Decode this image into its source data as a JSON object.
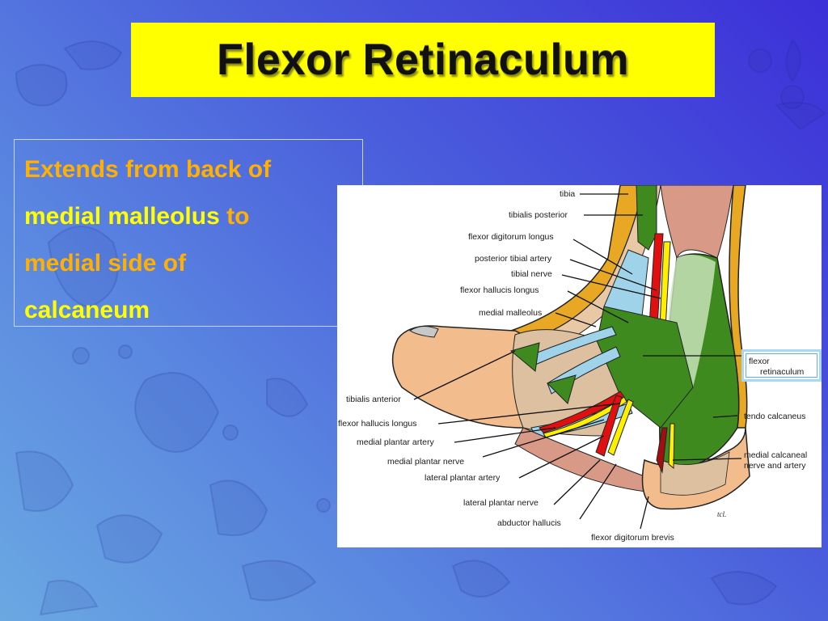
{
  "slide": {
    "title": "Flexor Retinaculum",
    "colors": {
      "title_background": "#ffff00",
      "title_text": "#111111",
      "text_orange": "#ffb000",
      "text_yellow": "#ffff00",
      "background_light": "#6aa8e2",
      "background_dark": "#3c2fd8"
    }
  },
  "description": {
    "segments": [
      {
        "text": "Extends from back of ",
        "color": "orange"
      },
      {
        "text": "medial malleolus",
        "color": "yellow"
      },
      {
        "text": " to ",
        "color": "orange"
      },
      {
        "text": "medial side of ",
        "color": "orange"
      },
      {
        "text": "calcaneum",
        "color": "yellow"
      }
    ],
    "line1": "Extends from back of",
    "line2a": "medial malleolus",
    "line2b": " to",
    "line3": "medial side of",
    "line4": "calcaneum"
  },
  "figure": {
    "subject": "medial view of ankle and foot",
    "labels": {
      "tibia": "tibia",
      "tibialis_posterior": "tibialis posterior",
      "flexor_digitorum_longus": "flexor digitorum longus",
      "posterior_tibial_artery": "posterior tibial artery",
      "tibial_nerve": "tibial nerve",
      "flexor_hallucis_longus_top": "flexor hallucis longus",
      "medial_malleolus": "medial malleolus",
      "tibialis_anterior": "tibialis anterior",
      "flexor_hallucis_longus_bottom": "flexor hallucis longus",
      "medial_plantar_artery": "medial plantar artery",
      "medial_plantar_nerve": "medial plantar nerve",
      "lateral_plantar_artery": "lateral plantar artery",
      "lateral_plantar_nerve": "lateral plantar nerve",
      "abductor_hallucis": "abductor hallucis",
      "flexor_digitorum_brevis": "flexor digitorum brevis",
      "flexor_retinaculum_1": "flexor",
      "flexor_retinaculum_2": "retinaculum",
      "tendo_calcaneus": "tendo calcaneus",
      "medial_calcaneal_1": "medial calcaneal",
      "medial_calcaneal_2": "nerve and artery",
      "signature": "tcl."
    }
  }
}
